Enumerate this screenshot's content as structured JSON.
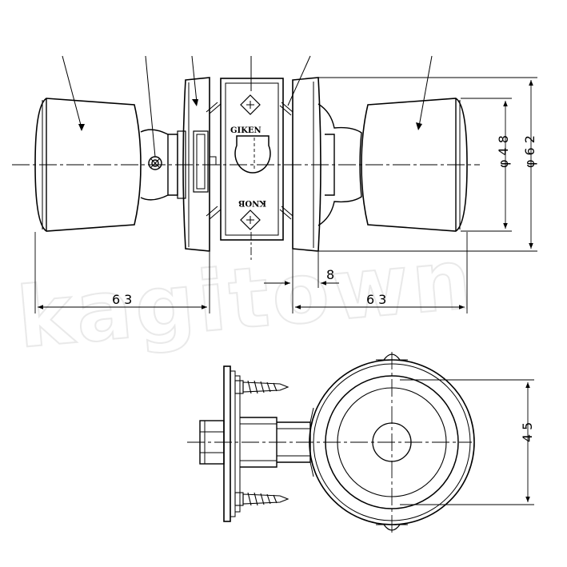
{
  "drawing": {
    "brand_top": "GIKEN",
    "brand_bottom": "KNOB",
    "watermark": "kagitown"
  },
  "dimensions": {
    "knob_diameter": "φ48",
    "rose_diameter": "φ62",
    "backset_left": "63",
    "backset_right": "63",
    "offset": "8",
    "side_height": "45"
  },
  "colors": {
    "line": "#000000",
    "background": "#ffffff",
    "watermark": "#e6e6e6"
  }
}
